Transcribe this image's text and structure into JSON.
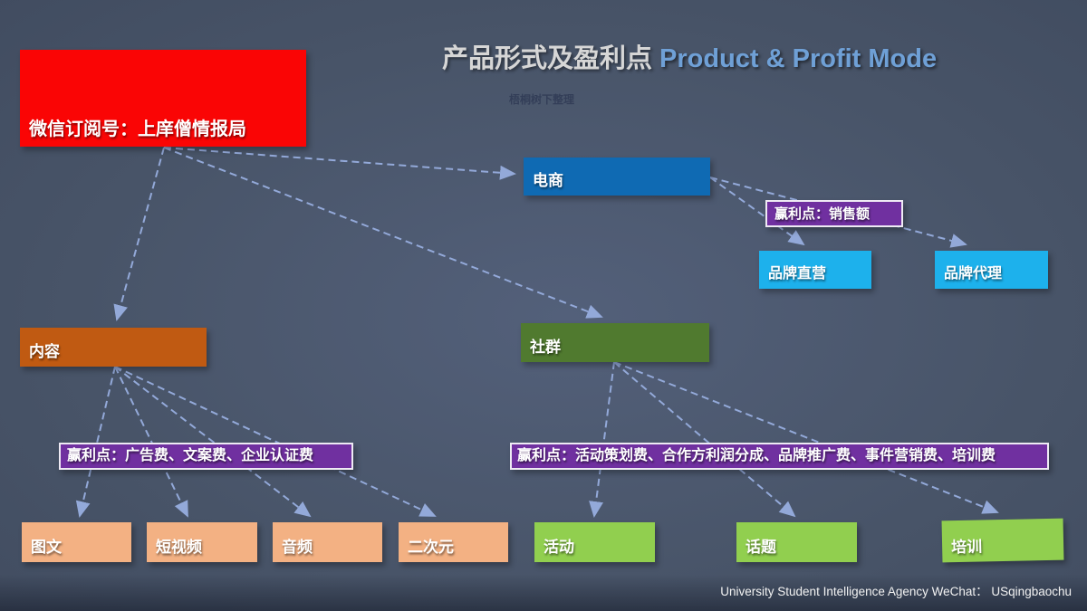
{
  "title": {
    "zh": "产品形式及盈利点",
    "en": "Product & Profit Mode"
  },
  "subtitle": "梧桐树下整理",
  "root": {
    "label": "微信订阅号：上庠僧情报局"
  },
  "nodes": {
    "ecommerce": {
      "label": "电商"
    },
    "brand_direct": {
      "label": "品牌直营"
    },
    "brand_agency": {
      "label": "品牌代理"
    },
    "content": {
      "label": "内容"
    },
    "community": {
      "label": "社群"
    },
    "graphic_text": {
      "label": "图文"
    },
    "short_video": {
      "label": "短视频"
    },
    "audio": {
      "label": "音频"
    },
    "anime": {
      "label": "二次元"
    },
    "activity": {
      "label": "活动"
    },
    "topic": {
      "label": "话题"
    },
    "training": {
      "label": "培训"
    }
  },
  "profit_points": {
    "ecommerce": {
      "label": "赢利点：销售额"
    },
    "content": {
      "label": "赢利点：广告费、文案费、企业认证费"
    },
    "community": {
      "label": "赢利点：活动策划费、合作方利润分成、品牌推广费、事件营销费、培训费"
    }
  },
  "edges": [
    {
      "from": "root",
      "to": "content"
    },
    {
      "from": "root",
      "to": "ecommerce"
    },
    {
      "from": "root",
      "to": "community"
    },
    {
      "from": "ecommerce",
      "to": "brand_direct"
    },
    {
      "from": "ecommerce",
      "to": "brand_agency"
    },
    {
      "from": "content",
      "to": "graphic_text"
    },
    {
      "from": "content",
      "to": "short_video"
    },
    {
      "from": "content",
      "to": "audio"
    },
    {
      "from": "content",
      "to": "anime"
    },
    {
      "from": "community",
      "to": "activity"
    },
    {
      "from": "community",
      "to": "topic"
    },
    {
      "from": "community",
      "to": "training"
    }
  ],
  "footer": {
    "text": "University Student Intelligence Agency WeChat： USqingbaochu"
  },
  "colors": {
    "background": "#485468",
    "root_red": "#fa0505",
    "ecommerce_blue": "#0f6ab3",
    "cyan": "#1db1ec",
    "content_orange": "#c05a12",
    "community_green": "#507a2f",
    "leaf_orange": "#f3b183",
    "leaf_green": "#91cf4f",
    "profit_purple": "#7030a0",
    "connector": "#93a9d9",
    "title_en_blue": "#6fa0d6"
  }
}
